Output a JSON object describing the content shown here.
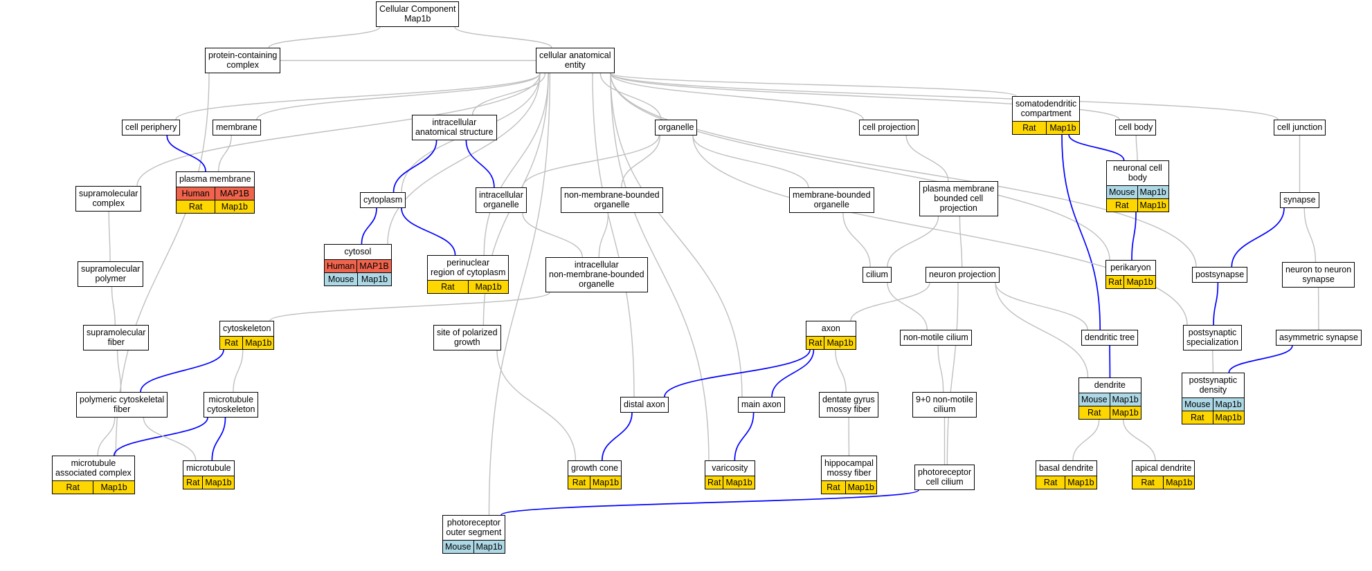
{
  "colors": {
    "edge_gray": "#bfbfbf",
    "edge_blue": "#0000ff",
    "human": "#f0644d",
    "rat": "#ffd700",
    "mouse": "#add8e6"
  },
  "nodes": {
    "root": {
      "label": "Cellular Component\nMap1b"
    },
    "pcc": {
      "label": "protein-containing\ncomplex"
    },
    "cae": {
      "label": "cellular anatomical\nentity"
    },
    "cellper": {
      "label": "cell periphery"
    },
    "membrane": {
      "label": "membrane"
    },
    "ias": {
      "label": "intracellular\nanatomical structure"
    },
    "organelle": {
      "label": "organelle"
    },
    "cellproj": {
      "label": "cell projection"
    },
    "somato": {
      "label": "somatodendritic\ncompartment",
      "orgs": [
        {
          "org": "Rat",
          "gene": "Map1b"
        }
      ]
    },
    "cellbody": {
      "label": "cell body"
    },
    "celljunc": {
      "label": "cell junction"
    },
    "pm": {
      "label": "plasma membrane",
      "orgs": [
        {
          "org": "Human",
          "gene": "MAP1B"
        },
        {
          "org": "Rat",
          "gene": "Map1b"
        }
      ]
    },
    "supracomplex": {
      "label": "supramolecular\ncomplex"
    },
    "cytoplasm": {
      "label": "cytoplasm"
    },
    "intraorg": {
      "label": "intracellular\norganelle"
    },
    "nmborg": {
      "label": "non-membrane-bounded\norganelle"
    },
    "mborg": {
      "label": "membrane-bounded\norganelle"
    },
    "pmbcp": {
      "label": "plasma membrane\nbounded cell\nprojection"
    },
    "ncb": {
      "label": "neuronal cell\nbody",
      "orgs": [
        {
          "org": "Mouse",
          "gene": "Map1b"
        },
        {
          "org": "Rat",
          "gene": "Map1b"
        }
      ]
    },
    "synapse": {
      "label": "synapse"
    },
    "cytosol": {
      "label": "cytosol",
      "orgs": [
        {
          "org": "Human",
          "gene": "MAP1B"
        },
        {
          "org": "Mouse",
          "gene": "Map1b"
        }
      ]
    },
    "perinuc": {
      "label": "perinuclear\nregion of cytoplasm",
      "orgs": [
        {
          "org": "Rat",
          "gene": "Map1b"
        }
      ]
    },
    "inmborg": {
      "label": "intracellular\nnon-membrane-bounded\norganelle"
    },
    "suprapoly": {
      "label": "supramolecular\npolymer"
    },
    "cilium": {
      "label": "cilium"
    },
    "neuronproj": {
      "label": "neuron projection"
    },
    "perikaryon": {
      "label": "perikaryon",
      "orgs": [
        {
          "org": "Rat",
          "gene": "Map1b"
        }
      ]
    },
    "postsynapse": {
      "label": "postsynapse"
    },
    "n2n": {
      "label": "neuron to neuron\nsynapse"
    },
    "suprafiber": {
      "label": "supramolecular\nfiber"
    },
    "cytoskeleton": {
      "label": "cytoskeleton",
      "orgs": [
        {
          "org": "Rat",
          "gene": "Map1b"
        }
      ]
    },
    "polgrowth": {
      "label": "site of polarized\ngrowth"
    },
    "axon": {
      "label": "axon",
      "orgs": [
        {
          "org": "Rat",
          "gene": "Map1b"
        }
      ]
    },
    "nmcilium": {
      "label": "non-motile cilium"
    },
    "dtree": {
      "label": "dendritic tree"
    },
    "pss": {
      "label": "postsynaptic\nspecialization"
    },
    "asymsyn": {
      "label": "asymmetric synapse"
    },
    "pcsf": {
      "label": "polymeric cytoskeletal\nfiber"
    },
    "mtcyto": {
      "label": "microtubule\ncytoskeleton"
    },
    "distalaxon": {
      "label": "distal axon"
    },
    "mainaxon": {
      "label": "main axon"
    },
    "dgmf": {
      "label": "dentate gyrus\nmossy fiber"
    },
    "nmc90": {
      "label": "9+0 non-motile\ncilium"
    },
    "dendrite": {
      "label": "dendrite",
      "orgs": [
        {
          "org": "Mouse",
          "gene": "Map1b"
        },
        {
          "org": "Rat",
          "gene": "Map1b"
        }
      ]
    },
    "psd": {
      "label": "postsynaptic\ndensity",
      "orgs": [
        {
          "org": "Mouse",
          "gene": "Map1b"
        },
        {
          "org": "Rat",
          "gene": "Map1b"
        }
      ]
    },
    "mtac": {
      "label": "microtubule\nassociated complex",
      "orgs": [
        {
          "org": "Rat",
          "gene": "Map1b"
        }
      ]
    },
    "microtubule": {
      "label": "microtubule",
      "orgs": [
        {
          "org": "Rat",
          "gene": "Map1b"
        }
      ]
    },
    "growthcone": {
      "label": "growth cone",
      "orgs": [
        {
          "org": "Rat",
          "gene": "Map1b"
        }
      ]
    },
    "varicosity": {
      "label": "varicosity",
      "orgs": [
        {
          "org": "Rat",
          "gene": "Map1b"
        }
      ]
    },
    "hmf": {
      "label": "hippocampal\nmossy fiber",
      "orgs": [
        {
          "org": "Rat",
          "gene": "Map1b"
        }
      ]
    },
    "prcc": {
      "label": "photoreceptor\ncell cilium"
    },
    "basaldend": {
      "label": "basal dendrite",
      "orgs": [
        {
          "org": "Rat",
          "gene": "Map1b"
        }
      ]
    },
    "apicaldend": {
      "label": "apical dendrite",
      "orgs": [
        {
          "org": "Rat",
          "gene": "Map1b"
        }
      ]
    },
    "pos": {
      "label": "photoreceptor\nouter segment",
      "orgs": [
        {
          "org": "Mouse",
          "gene": "Map1b"
        }
      ]
    }
  }
}
